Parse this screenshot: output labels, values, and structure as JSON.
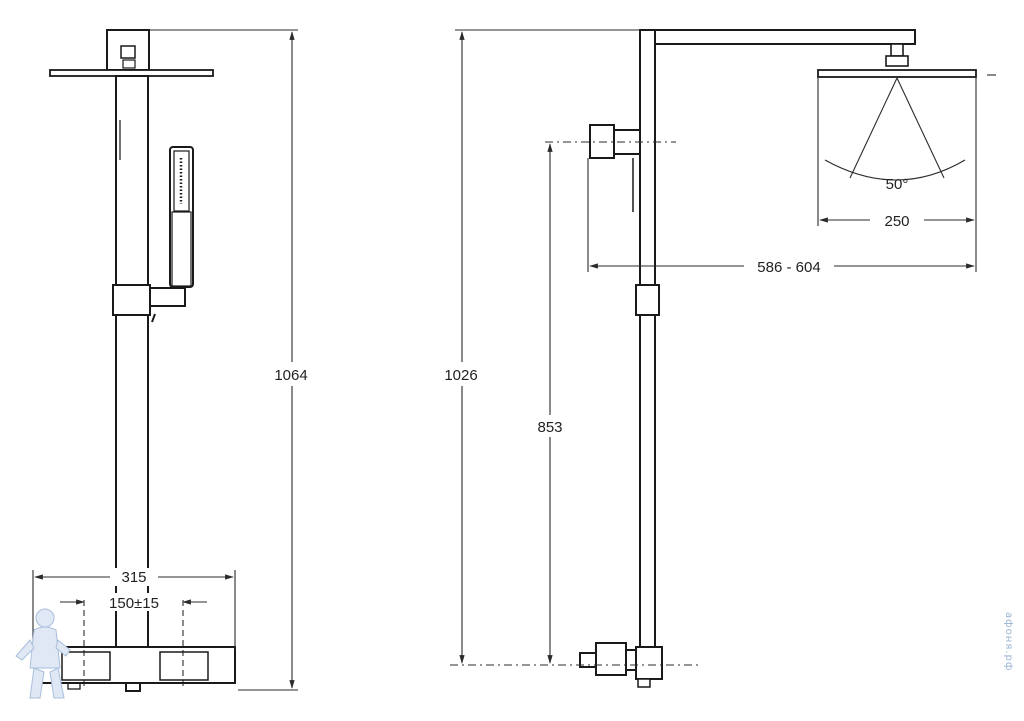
{
  "front_view": {
    "height_label": "1064",
    "width_label": "315",
    "inlet_spacing_label": "150±15"
  },
  "side_view": {
    "total_height_label": "1026",
    "outlet_height_label": "853",
    "projection_label": "586 - 604",
    "head_diameter_label": "250",
    "spray_angle_label": "50°"
  },
  "watermark": {
    "text": "афоня.рф"
  },
  "colors": {
    "line": "#1a1a1a",
    "dim_line": "#2b2b2b",
    "watermark": "#9ab4d6"
  }
}
